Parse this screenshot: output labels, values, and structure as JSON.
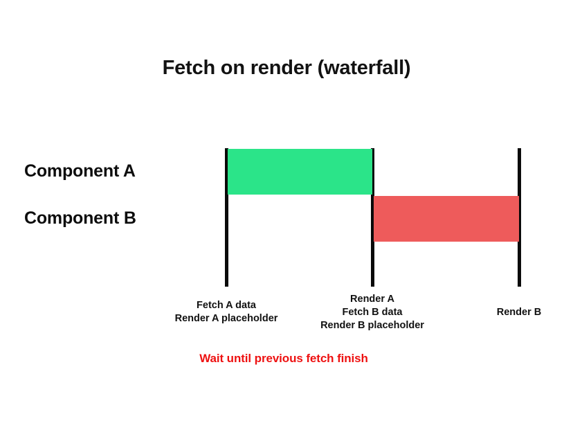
{
  "diagram": {
    "title": "Fetch on render (waterfall)",
    "background_color": "#ffffff",
    "annotation": {
      "text": "Wait until previous fetch finish",
      "color": "#EE1111"
    },
    "rows": [
      {
        "label": "Component A",
        "bar_color": "#2BE489"
      },
      {
        "label": "Component B",
        "bar_color": "#EE5B5B"
      }
    ],
    "ticks": [
      {
        "lines": [
          "Fetch A data",
          "Render A placeholder"
        ]
      },
      {
        "lines": [
          "Render A",
          "Fetch B data",
          "Render B placeholder"
        ]
      },
      {
        "lines": [
          "Render B"
        ]
      }
    ]
  },
  "chart_data": {
    "type": "bar",
    "title": "Fetch on render (waterfall)",
    "orientation": "horizontal",
    "xlabel": "",
    "ylabel": "",
    "categories": [
      "Component A",
      "Component B"
    ],
    "x_tick_labels": [
      "Fetch A data / Render A placeholder",
      "Render A / Fetch B data / Render B placeholder",
      "Render B"
    ],
    "x_tick_positions": [
      0,
      1,
      2
    ],
    "xlim": [
      0,
      2
    ],
    "grid": false,
    "legend": null,
    "series": [
      {
        "name": "Component A",
        "color": "#2BE489",
        "start": 0,
        "end": 1,
        "duration": 1
      },
      {
        "name": "Component B",
        "color": "#EE5B5B",
        "start": 1,
        "end": 2,
        "duration": 1
      }
    ],
    "annotations": [
      {
        "text": "Wait until previous fetch finish",
        "color": "#EE1111",
        "x": 0.4,
        "placement": "below-axis"
      }
    ]
  }
}
